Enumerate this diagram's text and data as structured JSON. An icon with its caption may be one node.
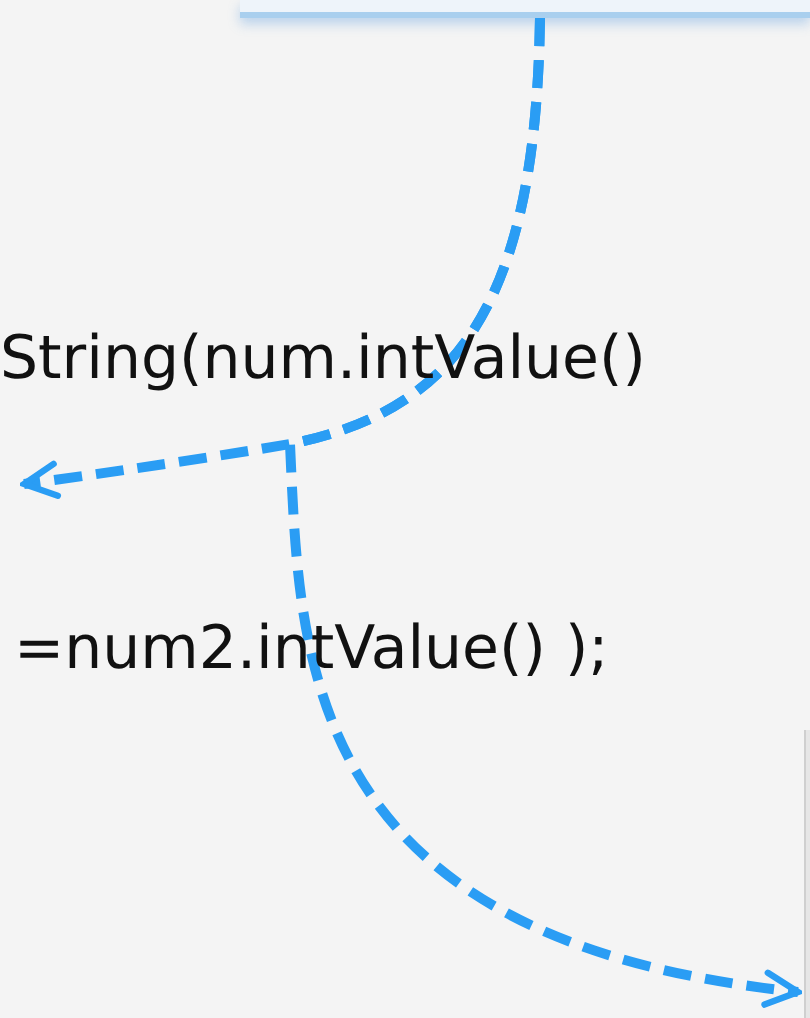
{
  "diagram": {
    "nodes": [
      {
        "text": [],
        "shape": "box"
      },
      {
        "text": [],
        "shape": "box"
      }
    ],
    "edges": [
      {
        "from": 0,
        "to": null,
        "arrow": "to",
        "style": "dashed"
      },
      {
        "from": 0,
        "to": 1,
        "arrow": "to",
        "style": "dashed"
      }
    ],
    "labels": [
      "String(num.intValue()",
      "=num2.intValue() );"
    ]
  }
}
